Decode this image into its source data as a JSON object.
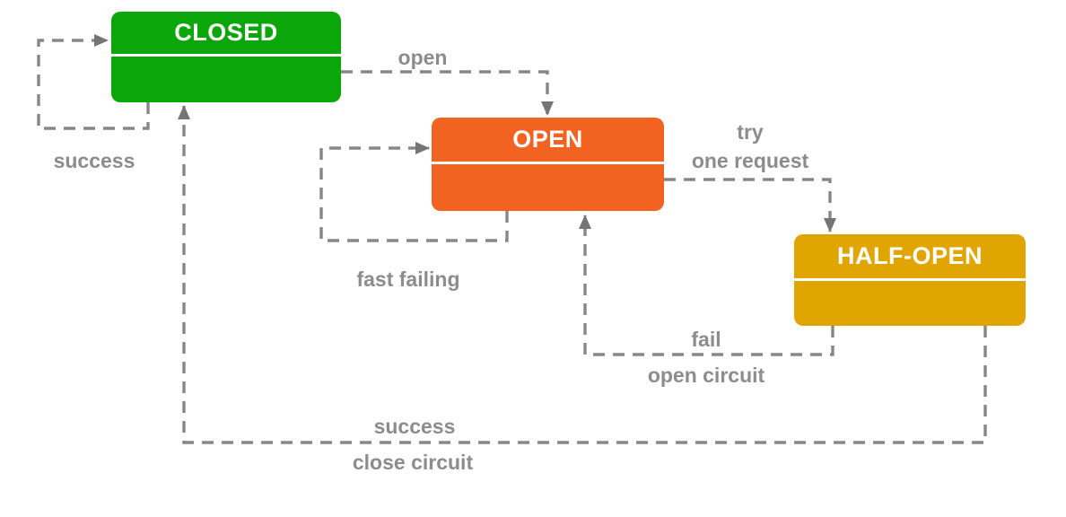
{
  "diagram": {
    "type": "state-diagram",
    "states": [
      {
        "label": "CLOSED",
        "color": "#0aa60a"
      },
      {
        "label": "OPEN",
        "color": "#f26322"
      },
      {
        "label": "HALF-OPEN",
        "color": "#e0a500"
      }
    ],
    "transitions": [
      {
        "from": "CLOSED",
        "to": "CLOSED",
        "label": "success",
        "lines": [
          "success"
        ]
      },
      {
        "from": "CLOSED",
        "to": "OPEN",
        "label": "open",
        "lines": [
          "open"
        ]
      },
      {
        "from": "OPEN",
        "to": "OPEN",
        "label": "fast failing",
        "lines": [
          "fast failing"
        ]
      },
      {
        "from": "OPEN",
        "to": "HALF-OPEN",
        "label": "try one request",
        "lines": [
          "try",
          "one request"
        ]
      },
      {
        "from": "HALF-OPEN",
        "to": "OPEN",
        "label": "fail open circuit",
        "lines": [
          "fail",
          "open circuit"
        ]
      },
      {
        "from": "HALF-OPEN",
        "to": "CLOSED",
        "label": "success close circuit",
        "lines": [
          "success",
          "close circuit"
        ]
      }
    ],
    "colors": {
      "background": "#ffffff",
      "connector": "#878787",
      "arrowhead": "#757575",
      "label_text": "#8c8c8c",
      "state_label_text": "#ffffff",
      "divider": "#ffffff"
    }
  }
}
